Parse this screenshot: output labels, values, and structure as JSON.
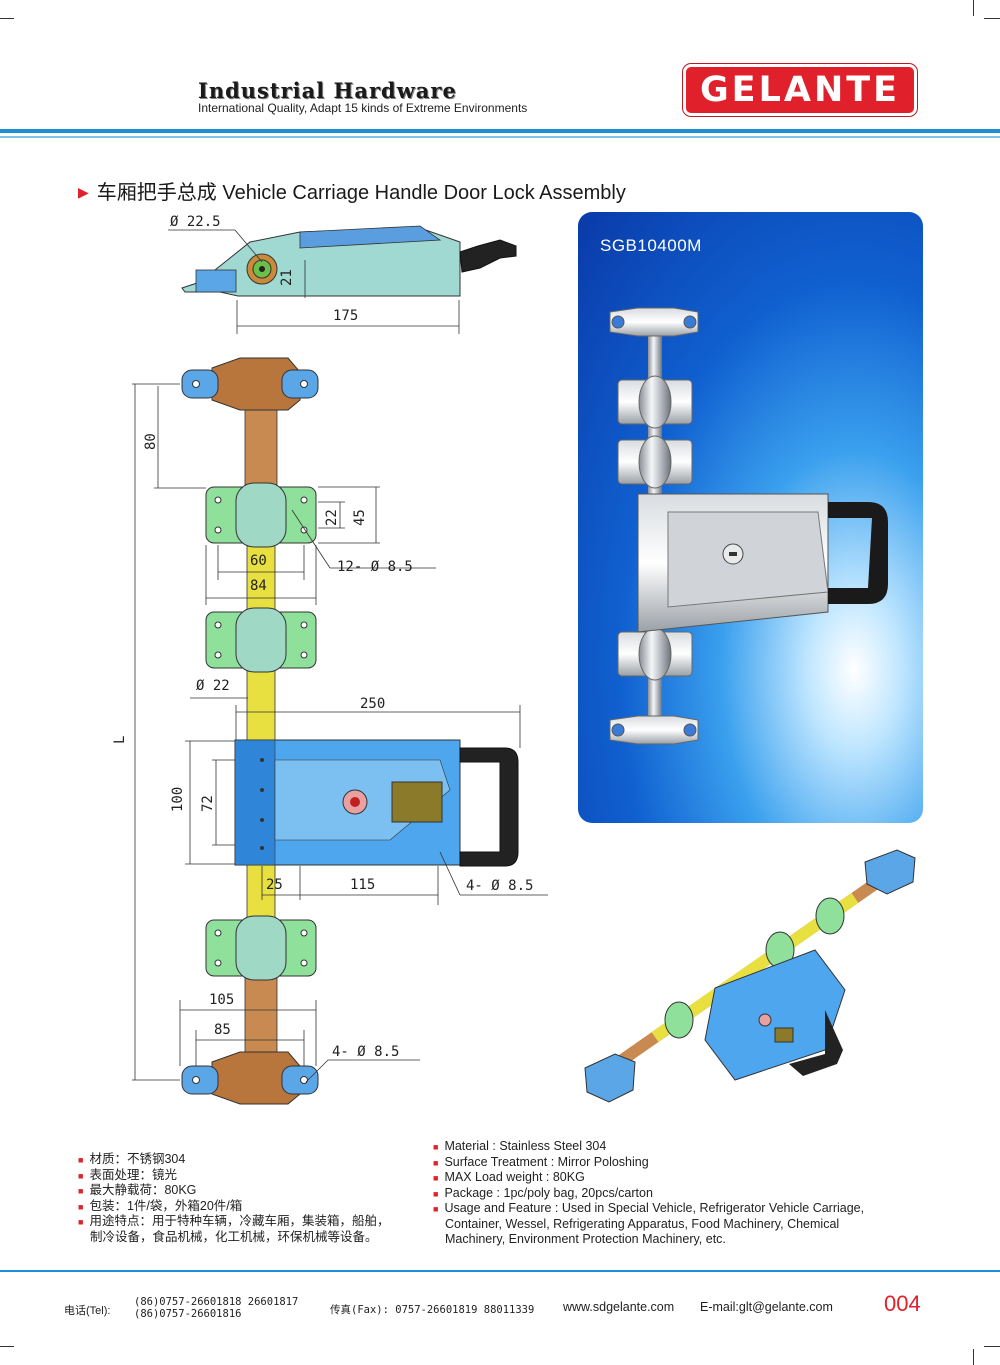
{
  "header": {
    "brand_title": "Industrial Hardware",
    "brand_subtitle": "International Quality, Adapt 15 kinds of Extreme Environments",
    "logo_text": "GELANTE"
  },
  "product": {
    "heading": "车厢把手总成 Vehicle Carriage Handle Door Lock Assembly",
    "model": "SGB10400M"
  },
  "dimensions": {
    "d_shaft_top": "Ø 22.5",
    "h21": "21",
    "w175": "175",
    "h80": "80",
    "h22": "22",
    "h45": "45",
    "w60": "60",
    "w84": "84",
    "holes12": "12- Ø 8.5",
    "d22": "Ø 22",
    "L": "L",
    "w250": "250",
    "h100": "100",
    "h72": "72",
    "w25": "25",
    "w115": "115",
    "holes4a": "4- Ø 8.5",
    "w105": "105",
    "w85": "85",
    "holes4b": "4- Ø 8.5"
  },
  "specs_cn": [
    "材质：不锈钢304",
    "表面处理：镜光",
    "最大静载荷：80KG",
    "包装：1件/袋，外箱20件/箱",
    "用途特点：用于特种车辆，冷藏车厢，集装箱，船舶，"
  ],
  "specs_cn_cont": "制冷设备，食品机械，化工机械，环保机械等设备。",
  "specs_en": [
    "Material : Stainless Steel 304",
    "Surface Treatment : Mirror Poloshing",
    "MAX Load weight : 80KG",
    "Package : 1pc/poly bag,  20pcs/carton",
    "Usage and Feature : Used in Special Vehicle, Refrigerator Vehicle Carriage,"
  ],
  "specs_en_cont": [
    "Container, Wessel, Refrigerating Apparatus, Food Machinery, Chemical",
    "Machinery, Environment Protection Machinery, etc."
  ],
  "footer": {
    "tel_label": "电话(Tel):",
    "tel1": "(86)0757-26601818  26601817",
    "tel2": "(86)0757-26601816",
    "fax": "传真(Fax): 0757-26601819 88011339",
    "web": "www.sdgelante.com",
    "email": "E-mail:glt@gelante.com",
    "page": "004"
  },
  "colors": {
    "accent_red": "#e0202a",
    "accent_blue": "#1e8fd6"
  }
}
